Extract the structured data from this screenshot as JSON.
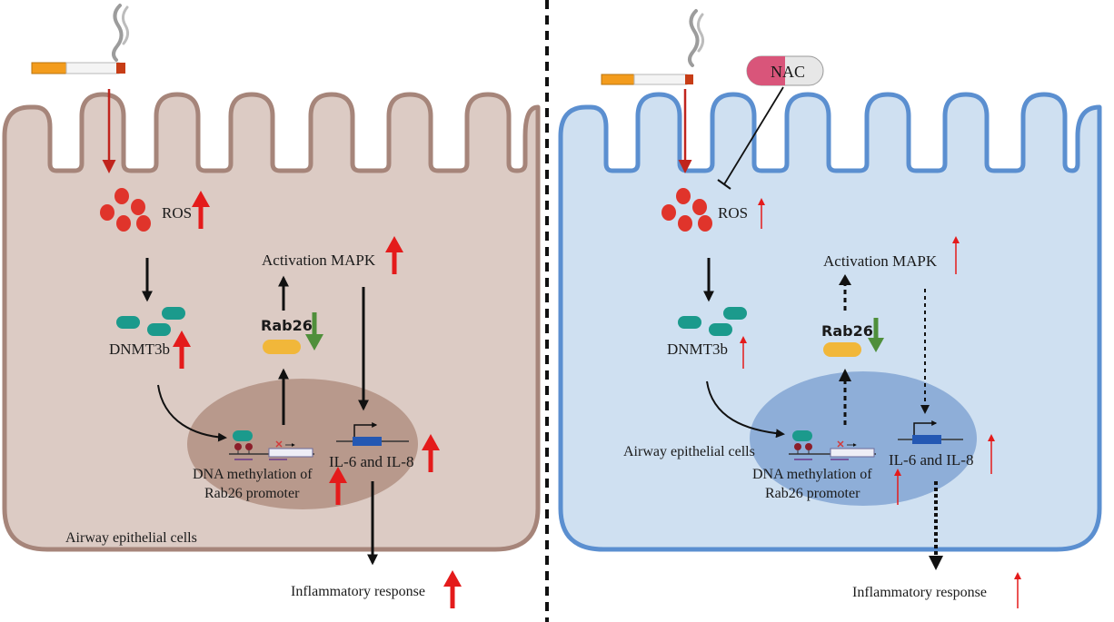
{
  "colors": {
    "left_cell_fill": "#dccbc4",
    "left_cell_stroke": "#a6857a",
    "left_nucleus": "#b8998c",
    "right_cell_fill": "#cfe0f1",
    "right_cell_stroke": "#5b8fd0",
    "right_nucleus": "#8eaed8",
    "ros": "#e0342b",
    "dnmt": "#1b9a8c",
    "rab": "#f1b73a",
    "up_arrow": "#e41b1b",
    "down_arrow": "#4f8f3b",
    "nac_pink": "#d9557a",
    "nac_grey": "#e7e7e7"
  },
  "left_panel": {
    "ros_label": "ROS",
    "dnmt_label": "DNMT3b",
    "mapk_label": "Activation MAPK",
    "rab_label": "Rab26",
    "il_label": "IL-6 and IL-8",
    "methylation_line1": "DNA methylation of",
    "methylation_line2": "Rab26 promoter",
    "cell_label": "Airway epithelial cells",
    "response_label": "Inflammatory response"
  },
  "right_panel": {
    "nac_label": "NAC",
    "ros_label": "ROS",
    "dnmt_label": "DNMT3b",
    "mapk_label": "Activation MAPK",
    "rab_label": "Rab26",
    "il_label": "IL-6 and IL-8",
    "methylation_line1": "DNA methylation of",
    "methylation_line2": "Rab26 promoter",
    "cell_label": "Airway epithelial cells",
    "response_label": "Inflammatory response"
  }
}
